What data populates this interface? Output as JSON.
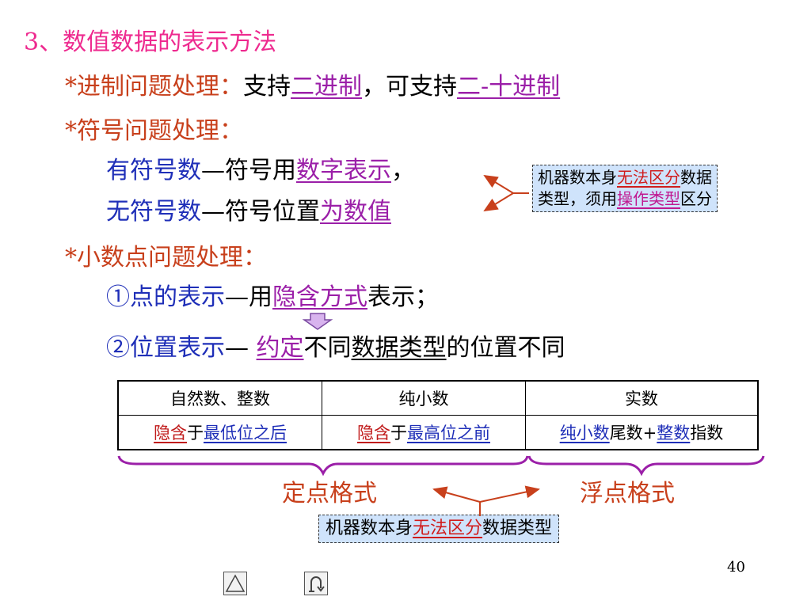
{
  "heading": {
    "num": "3、",
    "text": "数值数据的表示方法"
  },
  "radix": {
    "label": "*进制问题处理：",
    "t1": "支持",
    "u1": "二进制",
    "t2": "，可支持",
    "u2": "二-十进制"
  },
  "sign": {
    "label": "*符号问题处理：",
    "signed": {
      "a": "有符号数",
      "dash": "—",
      "b": "符号用",
      "u": "数字表示",
      "c": "，"
    },
    "unsigned": {
      "a": "无符号数",
      "dash": "—",
      "b": "符号位置",
      "u": "为数值"
    }
  },
  "note_top": {
    "l1a": "机器数本身",
    "l1u": "无法区分",
    "l1b": "数据",
    "l2a": "类型，须用",
    "l2u": "操作类型",
    "l2b": "区分"
  },
  "point": {
    "label": "*小数点问题处理：",
    "item1": {
      "a": "①点的表示",
      "dash": "—",
      "b": "用",
      "u": "隐含方式",
      "c": "表示；"
    },
    "item2": {
      "a": "②位置表示",
      "dash": "— ",
      "u1": "约定",
      "b": "不同",
      "u2": "数据类型",
      "c": "的位置不同"
    }
  },
  "table": {
    "headers": [
      "自然数、整数",
      "纯小数",
      "实数"
    ],
    "row": {
      "c1": {
        "a": "隐含",
        "b": "于",
        "c": "最低位之后"
      },
      "c2": {
        "a": "隐含",
        "b": "于",
        "c": "最高位之前"
      },
      "c3": {
        "a": "纯小数",
        "b": "尾数+",
        "c": "整数",
        "d": "指数"
      }
    }
  },
  "formats": {
    "fixed": "定点格式",
    "float": "浮点格式"
  },
  "note_bottom": {
    "a": "机器数本身",
    "u": "无法区分",
    "b": "数据类型"
  },
  "page_number": "40",
  "nav": {
    "home_icon": "triangle-home-icon",
    "return_icon": "return-arrow-icon"
  },
  "colors": {
    "heading": "#ee2a8f",
    "label": "#c8401c",
    "body": "#1f2fb8",
    "link": "#9b1fa8",
    "note_bg": "#cfe3fb",
    "brace": "#9b1fa8"
  }
}
